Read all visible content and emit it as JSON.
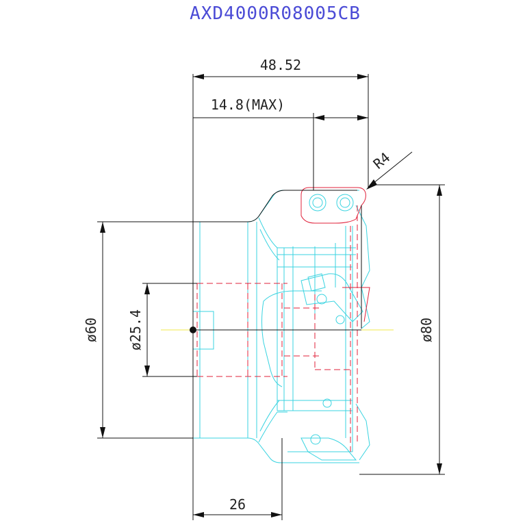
{
  "title": "AXD4000R08005CB",
  "dimensions": {
    "overall_length": "48.52",
    "depth_of_cut": "14.8(MAX)",
    "corner_radius": "R4",
    "body_diameter": "ø60",
    "bore_diameter": "ø25.4",
    "cutting_diameter": "ø80",
    "hub_length": "26"
  },
  "colors": {
    "title": "#4b4bd6",
    "body_outline": "#38d3e0",
    "insert_hidden": "#e0203a",
    "dimension": "#111111",
    "centerline": "#f1e94a"
  }
}
